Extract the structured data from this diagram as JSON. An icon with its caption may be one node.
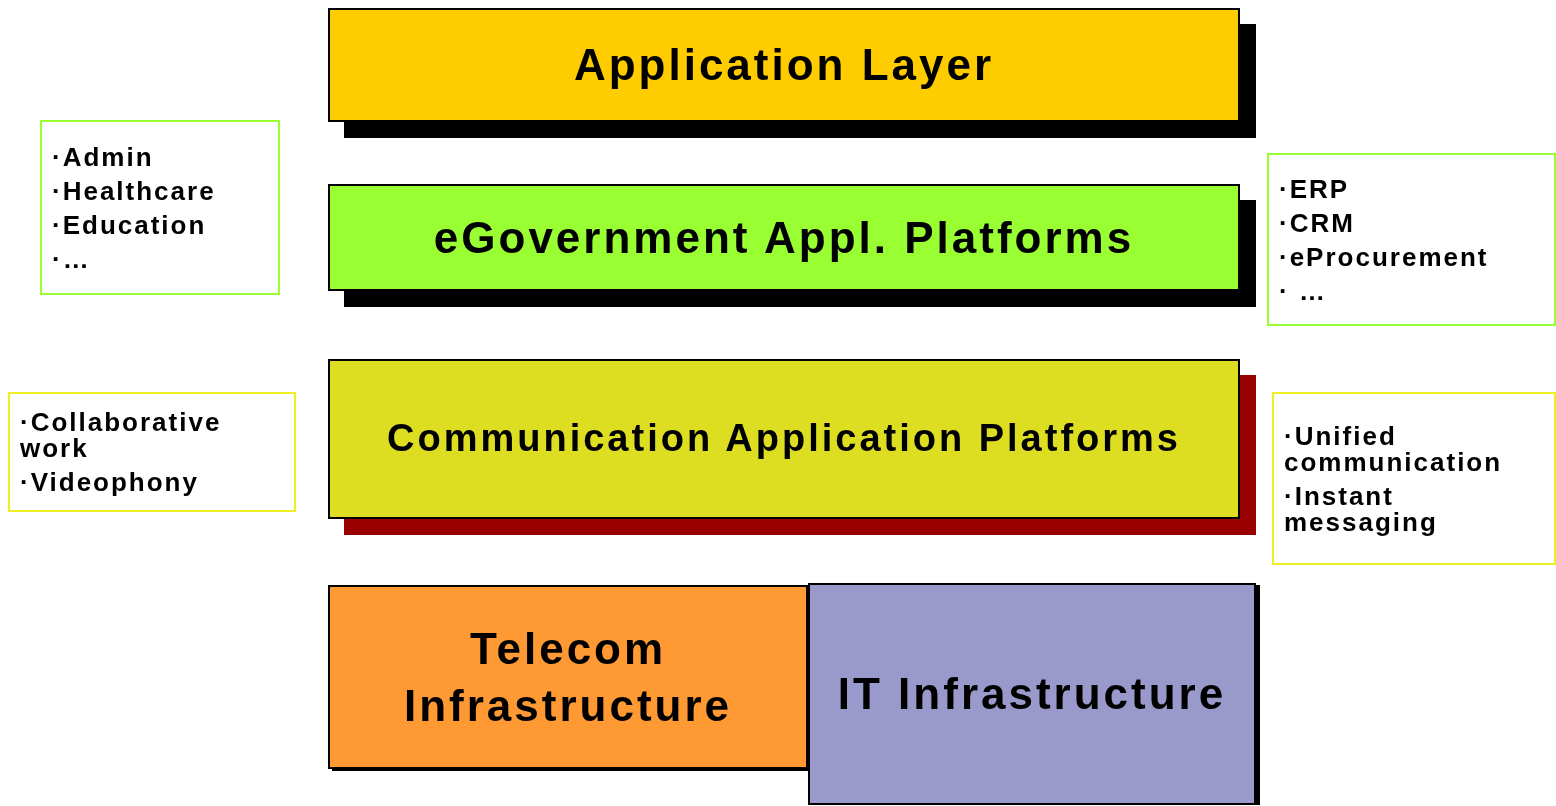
{
  "diagram": {
    "nodes": [
      {
        "text": [
          "Application Layer"
        ]
      },
      {
        "text": [
          "·Admin",
          "·Healthcare",
          "·Education",
          "·…"
        ]
      },
      {
        "text": [
          "eGovernment Appl. Platforms"
        ]
      },
      {
        "text": [
          "·ERP",
          "·CRM",
          "·eProcurement",
          "· …"
        ]
      },
      {
        "text": [
          "·Collaborative work",
          "·Videophony"
        ]
      },
      {
        "text": [
          "Communication Application Platforms"
        ]
      },
      {
        "text": [
          "·Unified communication",
          "·Instant messaging"
        ]
      },
      {
        "text": [
          "Telecom Infrastructure"
        ]
      },
      {
        "text": [
          "IT Infrastructure"
        ]
      }
    ],
    "edges": []
  }
}
